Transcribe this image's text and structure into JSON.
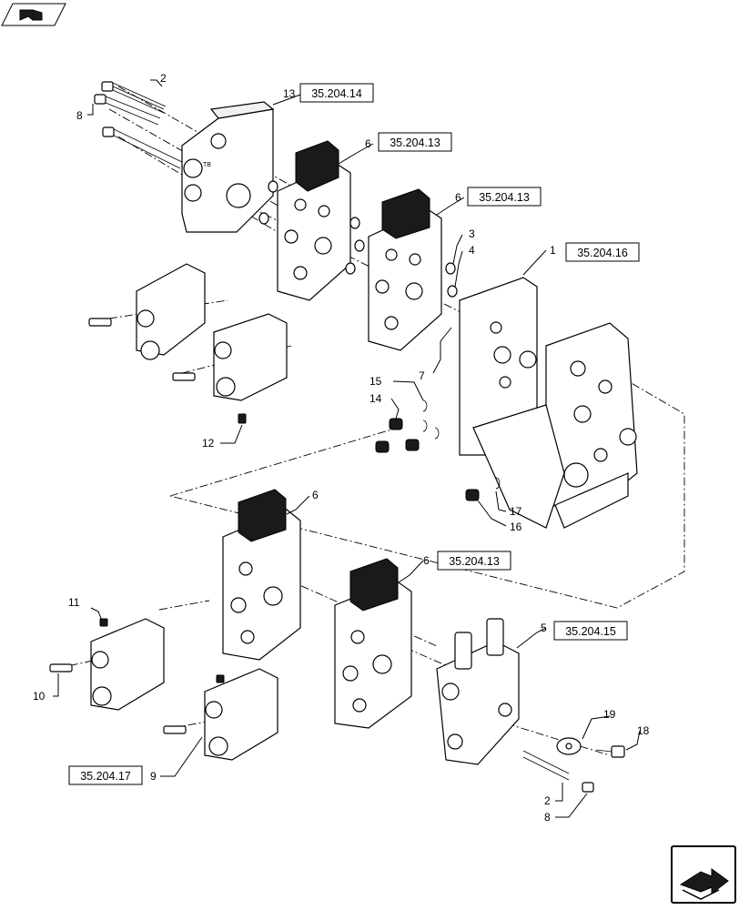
{
  "icons": {
    "top_left": "book-bookmark-icon",
    "bottom_right": "next-page-arrow-icon"
  },
  "callouts": {
    "c1": "1",
    "c2a": "2",
    "c2b": "2",
    "c3": "3",
    "c4": "4",
    "c5": "5",
    "c6a": "6",
    "c6b": "6",
    "c6c": "6",
    "c6d": "6",
    "c7": "7",
    "c8a": "8",
    "c8b": "8",
    "c9": "9",
    "c10": "10",
    "c11": "11",
    "c12": "12",
    "c13": "13",
    "c14": "14",
    "c15": "15",
    "c16": "16",
    "c17": "17",
    "c18": "18",
    "c19": "19"
  },
  "references": {
    "r13": "35.204.14",
    "r6a": "35.204.13",
    "r6b": "35.204.13",
    "r1": "35.204.16",
    "r6d": "35.204.13",
    "r5": "35.204.15",
    "r9": "35.204.17"
  }
}
